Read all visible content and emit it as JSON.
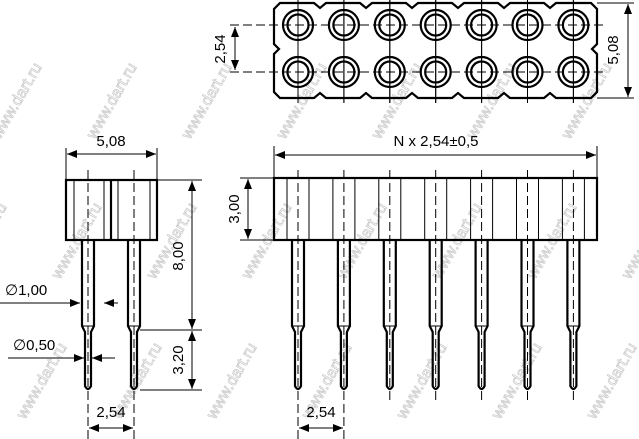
{
  "dimensions": {
    "top_pitch": "2,54",
    "top_width": "5,08",
    "side_width": "5,08",
    "overall_length": "N x 2,54±0,5",
    "body_height": "3,00",
    "upper_pin_length": "8,00",
    "lower_pin_length": "3,20",
    "pin_diameter_upper": "∅1,00",
    "pin_diameter_lower": "∅0,50",
    "side_pitch": "2,54",
    "front_pitch": "2,54"
  },
  "watermark": "www.dart.ru",
  "pin_count_per_row": 7
}
